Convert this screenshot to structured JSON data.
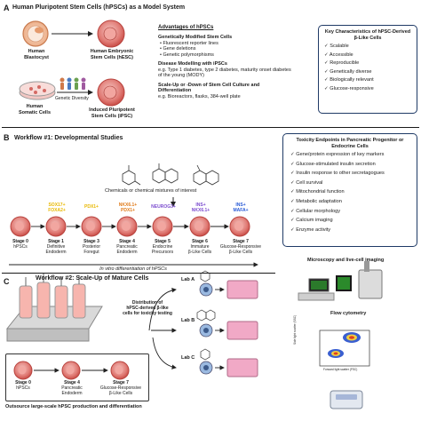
{
  "section_a": {
    "letter": "A",
    "title": "Human Pluripotent Stem Cells (hPSCs) as a Model System",
    "blastocyst_label": "Human\nBlastocyst",
    "hesc_label": "Human Embryonic\nStem Cells (hESC)",
    "somatic_label": "Human\nSomatic Cells",
    "ipsc_label": "Induced Pluripotent\nStem Cells (iPSC)",
    "diversity_label": "Genetic Diversity",
    "advantages_title": "Advantages of hPSCs",
    "gm_title": "Genetically Modified Stem Cells",
    "gm_items": [
      "• Fluorescent reporter lines",
      "• Gene deletions",
      "• Genetic polymorphisms"
    ],
    "disease_title": "Disease Modelling with iPSCs",
    "disease_text": "e.g. Type 1 diabetes, type 2 diabetes, maturity onset diabetes of the young (MODY)",
    "scale_title": "Scale-Up or -Down of Stem Cell Culture and Differentiation",
    "scale_text": "e.g. Bioreactors, flasks, 384-well plate",
    "key_title": "Key Characteristics of hPSC-Derived β-Like Cells",
    "key_items": [
      "✓ Scalable",
      "✓ Accessible",
      "✓ Reproducible",
      "✓ Genetically diverse",
      "✓ Biologically relevant",
      "✓ Glucose-responsive"
    ]
  },
  "section_b": {
    "letter": "B",
    "title": "Workflow #1: Developmental Studies",
    "chem_label": "Chemicals or chemical mixtures  of interest",
    "stages": [
      {
        "marker": "",
        "stage": "Stage 0",
        "name": "hPSCs"
      },
      {
        "marker": "SOX17+\nFOXA2+",
        "stage": "Stage 1",
        "name": "Definitive\nEndoderm"
      },
      {
        "marker": "PDX1+",
        "stage": "Stage 3",
        "name": "Posterior\nForegut"
      },
      {
        "marker": "NKX6.1+\nPDX1+",
        "stage": "Stage 4",
        "name": "Pancreatic\nEndoderm"
      },
      {
        "marker": "NEUROG3+",
        "stage": "Stage 5",
        "name": "Endocrine\nPrecursors"
      },
      {
        "marker": "INS+\nNKX6.1+",
        "stage": "Stage 6",
        "name": "Immature\nβ-Like Cells"
      },
      {
        "marker": "INS+\nMAFA+",
        "stage": "Stage 7",
        "name": "Glucose-Responsive\nβ-Like Cells"
      }
    ],
    "invitro_label": "In vitro differentiation of hPSCs",
    "tox_title": "Toxicity Endpoints in Pancreatic Progenitor or Endocrine Cells",
    "tox_items": [
      "✓ Gene/protein expression of key markers",
      "✓ Glucose-stimulated insulin secretion",
      "✓ Insulin response to other secretagogues",
      "✓ Cell survival",
      "✓ Mitochondrial function",
      "✓ Metabolic adaptation",
      "✓ Cellular morphology",
      "✓ Calcium imaging",
      "✓ Enzyme activity"
    ]
  },
  "section_c": {
    "letter": "C",
    "title": "Workflow #2: Scale-Up of Mature Cells",
    "distribution_label": "Distribution of\nhPSC-derived β-like\ncells for toxicity testing",
    "labs": [
      "Lab A",
      "Lab B",
      "Lab C"
    ],
    "stages": [
      {
        "stage": "Stage 0",
        "name": "hPSCs"
      },
      {
        "stage": "Stage 4",
        "name": "Pancreatic\nEndoderm"
      },
      {
        "stage": "Stage 7",
        "name": "Glucose-Responsive\nβ-Like Cells"
      }
    ],
    "outsource_label": "Outsource large-scale hPSC production and differentiation",
    "microscopy_label": "Microscopy and live-cell imaging",
    "flow_label": "Flow cytometry",
    "flow_y_axis": "Side light scatter (SSC)",
    "flow_x_axis": "Forward light scatter (FSC)"
  },
  "colors": {
    "navy": "#1f3a66",
    "yellow": "#e8b800",
    "orange": "#e07b1a",
    "purple": "#7c4dcf",
    "blue": "#2a5bd7",
    "pink": "#e8a0a8",
    "cell_red": "#d9534f"
  }
}
